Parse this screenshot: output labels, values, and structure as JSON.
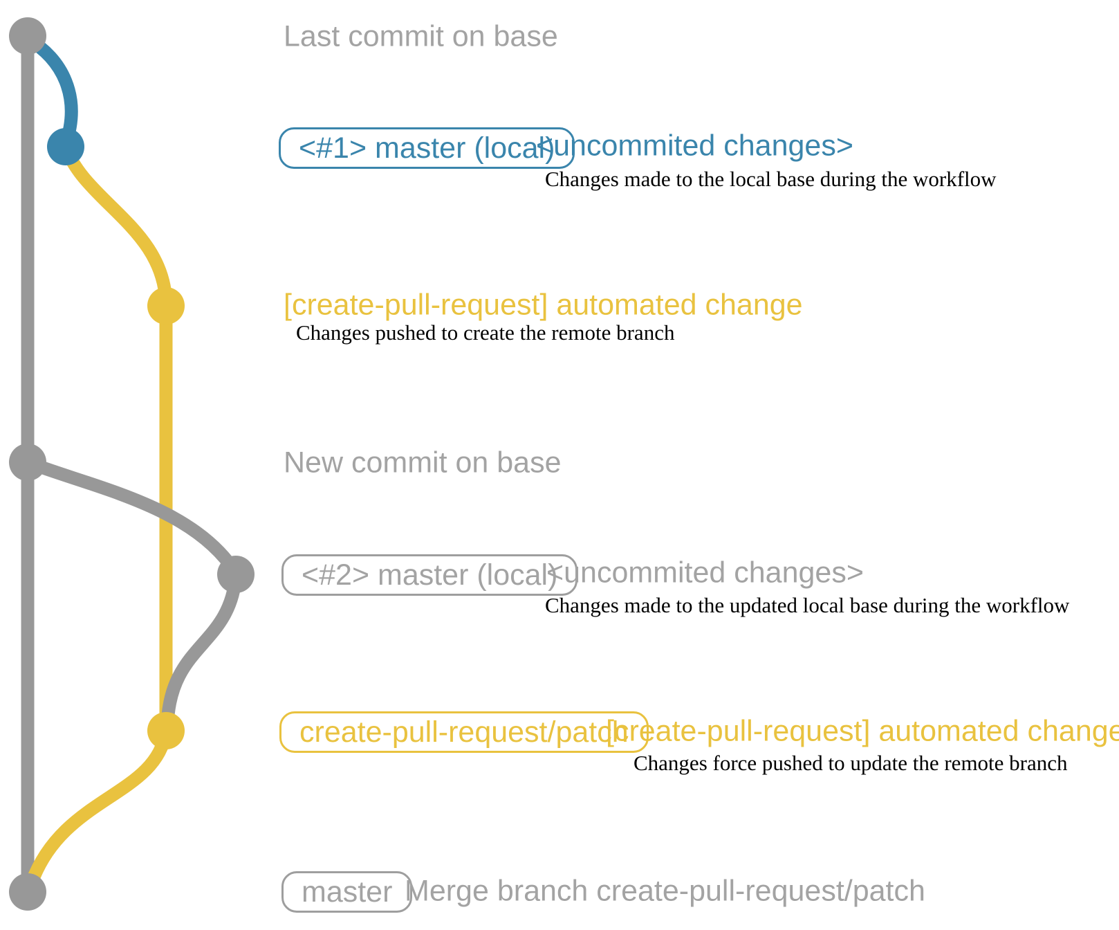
{
  "colors": {
    "blue": "#3a85ac",
    "yellow": "#e9c23f",
    "graph_gray": "#989898",
    "text_gray": "#a3a3a3",
    "caption_black": "#000000"
  },
  "icons": {
    "commit_node": "filled-circle"
  },
  "rows": {
    "last_commit": {
      "label": "Last commit on base"
    },
    "commit1": {
      "tag": "<#1> master (local)",
      "annotation": "<uncommited changes>",
      "caption": "Changes made to the local base during the workflow"
    },
    "push1": {
      "message": "[create-pull-request] automated change",
      "caption": "Changes pushed to create the remote branch"
    },
    "new_commit": {
      "label": "New commit on base"
    },
    "commit2": {
      "tag": "<#2> master (local)",
      "annotation": "<uncommited changes>",
      "caption": "Changes made to the updated local base during the workflow"
    },
    "push2": {
      "tag": "create-pull-request/patch",
      "message": "[create-pull-request] automated change",
      "caption": "Changes force pushed to update the remote branch"
    },
    "merge": {
      "tag": "master",
      "message": "Merge branch create-pull-request/patch"
    }
  }
}
